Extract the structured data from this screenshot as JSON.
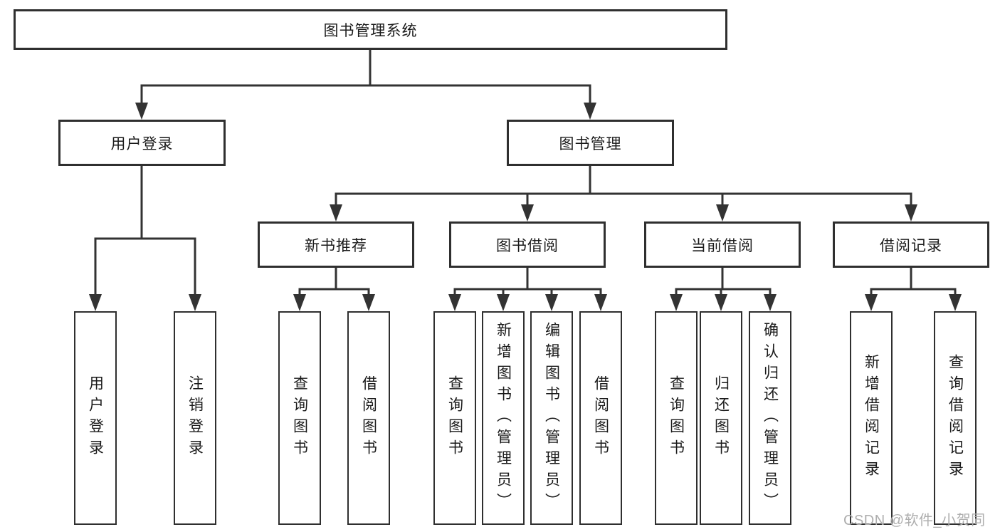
{
  "tree": {
    "root": "图书管理系统",
    "branches": [
      {
        "label": "用户登录",
        "children": [
          "用户登录",
          "注销登录"
        ]
      },
      {
        "label": "图书管理",
        "sections": [
          {
            "label": "新书推荐",
            "children": [
              "查询图书",
              "借阅图书"
            ]
          },
          {
            "label": "图书借阅",
            "children": [
              "查询图书",
              "新增图书（管理员）",
              "编辑图书（管理员）",
              "借阅图书"
            ]
          },
          {
            "label": "当前借阅",
            "children": [
              "查询图书",
              "归还图书",
              "确认归还（管理员）"
            ]
          },
          {
            "label": "借阅记录",
            "children": [
              "新增借阅记录",
              "查询借阅记录"
            ]
          }
        ]
      }
    ]
  },
  "watermark": {
    "text": "CSDN @软件_小贺同学",
    "color": "#aeaeae"
  },
  "colors": {
    "background": "#ffffff",
    "line": "#333333",
    "box_border": "#2f2f2f",
    "box_fill": "#ffffff",
    "text": "#1a1a1a"
  }
}
